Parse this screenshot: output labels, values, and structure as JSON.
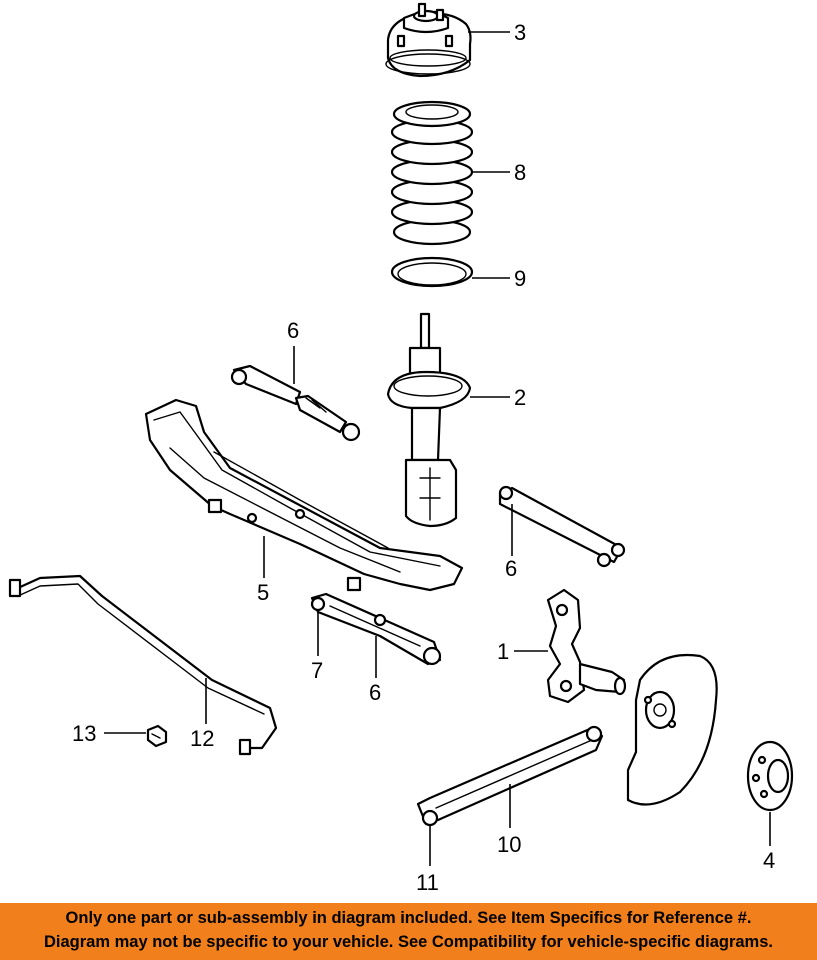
{
  "callouts": [
    {
      "id": "1",
      "label": "1"
    },
    {
      "id": "2",
      "label": "2"
    },
    {
      "id": "3",
      "label": "3"
    },
    {
      "id": "4",
      "label": "4"
    },
    {
      "id": "5",
      "label": "5"
    },
    {
      "id": "6a",
      "label": "6"
    },
    {
      "id": "6b",
      "label": "6"
    },
    {
      "id": "6c",
      "label": "6"
    },
    {
      "id": "7",
      "label": "7"
    },
    {
      "id": "8",
      "label": "8"
    },
    {
      "id": "9",
      "label": "9"
    },
    {
      "id": "10",
      "label": "10"
    },
    {
      "id": "11",
      "label": "11"
    },
    {
      "id": "12",
      "label": "12"
    },
    {
      "id": "13",
      "label": "13"
    }
  ],
  "banner": {
    "line1": "Only one part or sub-assembly in diagram included. See Item Specifics for Reference #.",
    "line2": "Diagram may not be specific to your vehicle. See Compatibility for vehicle-specific diagrams.",
    "background": "#f07f1c"
  }
}
